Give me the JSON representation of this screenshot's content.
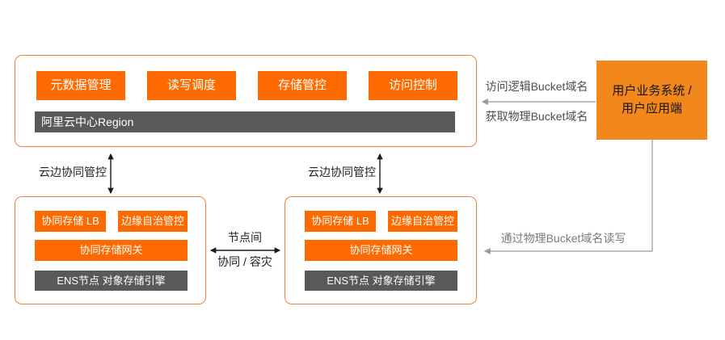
{
  "colors": {
    "module_orange": "#FF6A00",
    "user_box_orange": "#F2871B",
    "dark_bar_gray": "#595959",
    "container_border_orange": "#F4813B",
    "connector_gray": "#999999",
    "connector_black": "#1A1A1A"
  },
  "cloud_region": {
    "modules": [
      {
        "label": "元数据管理"
      },
      {
        "label": "读写调度"
      },
      {
        "label": "存储管控"
      },
      {
        "label": "访问控制"
      }
    ],
    "bar": "阿里云中心Region"
  },
  "user_system": {
    "line1": "用户业务系统 /",
    "line2": "用户应用端"
  },
  "edge_node_left": {
    "lb": "协同存储 LB",
    "autonomy": "边缘自治管控",
    "gateway": "协同存储网关",
    "engine": "ENS节点 对象存储引擎"
  },
  "edge_node_right": {
    "lb": "协同存储 LB",
    "autonomy": "边缘自治管控",
    "gateway": "协同存储网关",
    "engine": "ENS节点 对象存储引擎"
  },
  "labels": {
    "access_logical": "访问逻辑Bucket域名",
    "get_physical": "获取物理Bucket域名",
    "cloud_edge_left": "云边协同管控",
    "cloud_edge_right": "云边协同管控",
    "internode_top": "节点间",
    "internode_bottom": "协同 / 容灾",
    "rw_physical": "通过物理Bucket域名读写"
  }
}
